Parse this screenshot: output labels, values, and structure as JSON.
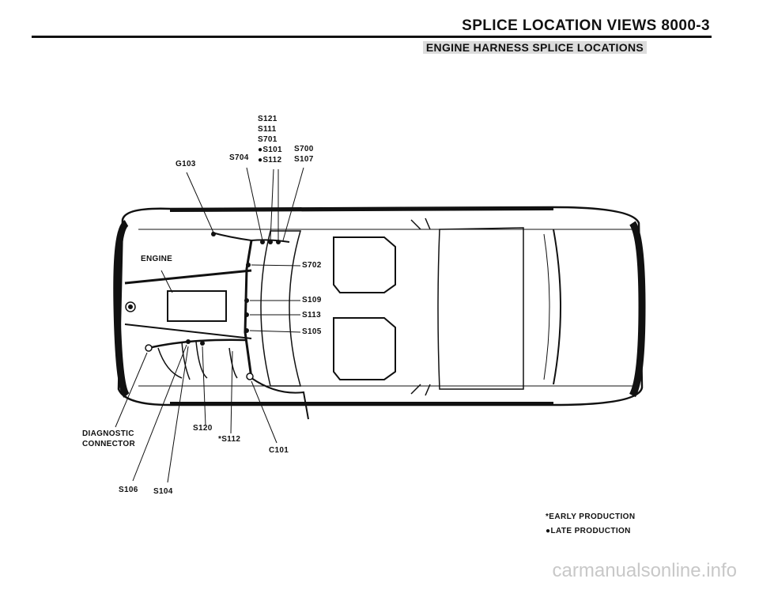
{
  "header": {
    "title": "SPLICE LOCATION VIEWS   8000-3",
    "subtitle": "ENGINE HARNESS SPLICE LOCATIONS"
  },
  "labels": {
    "g103": "G103",
    "s704": "S704",
    "top_stack": [
      "S121",
      "S111",
      "S701",
      "●S101",
      "●S112"
    ],
    "s700": "S700",
    "s107": "S107",
    "engine": "ENGINE",
    "s702": "S702",
    "s109": "S109",
    "s113": "S113",
    "s105": "S105",
    "diagnostic_connector": [
      "DIAGNOSTIC",
      "CONNECTOR"
    ],
    "s120": "S120",
    "s112_early": "*S112",
    "c101": "C101",
    "s106": "S106",
    "s104": "S104"
  },
  "legend": {
    "early": "*EARLY PRODUCTION",
    "late": "●LATE PRODUCTION"
  },
  "watermark": "carmanualsonline.info"
}
